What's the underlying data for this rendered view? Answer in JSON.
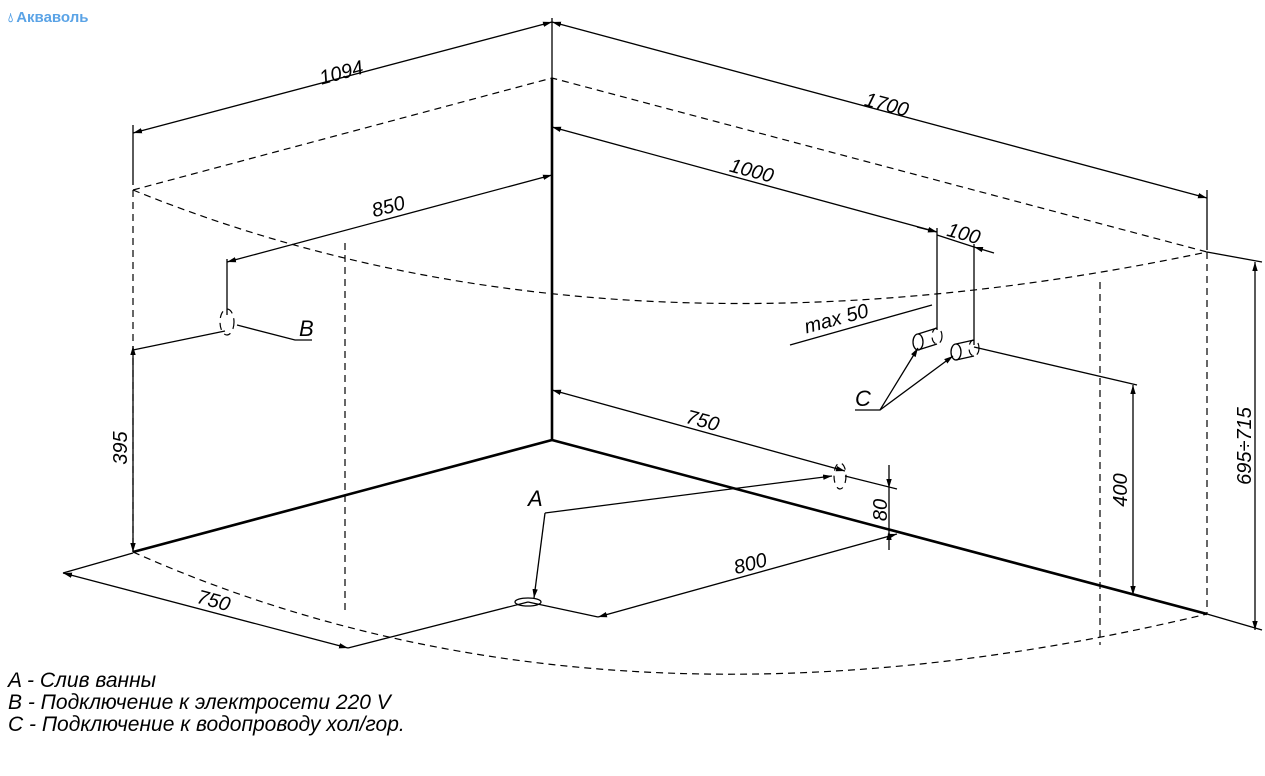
{
  "brand": {
    "name": "Акваволь",
    "icon": "water-drop-icon",
    "color": "#5aa3e6"
  },
  "dimensions": {
    "d1094": "1094",
    "d1700": "1700",
    "d1000": "1000",
    "d850": "850",
    "d100": "100",
    "max50": "max  50",
    "d750_wall": "750",
    "d80": "80",
    "d800": "800",
    "d750_floor": "750",
    "d395": "395",
    "d400": "400",
    "d695_715": "695÷715"
  },
  "labels": {
    "A": "A",
    "B": "B",
    "C": "C"
  },
  "legend": [
    "A - Слив ванны",
    "B - Подключение к электросети 220 V",
    "C - Подключение к водопроводу хол/гор."
  ]
}
